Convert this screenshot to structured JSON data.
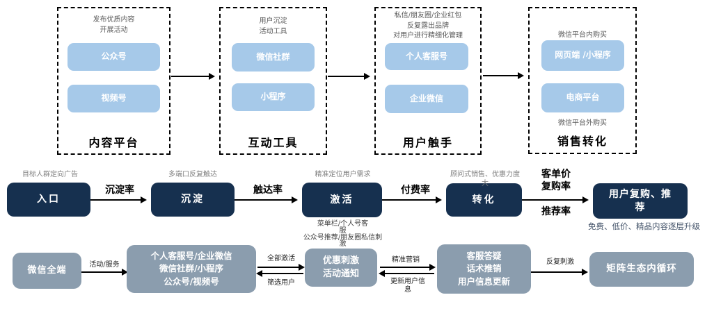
{
  "colors": {
    "light_blue": "#A6C9E9",
    "navy": "#16304F",
    "slate": "#8B9DAE",
    "black": "#000000",
    "gray_note": "#7F7F7F"
  },
  "stages": [
    {
      "header": "发布优质内容\n开展活动",
      "item1": "公众号",
      "item2": "视频号",
      "footer": "内容平台"
    },
    {
      "header": "用户沉淀\n活动工具",
      "item1": "微信社群",
      "item2": "小程序",
      "footer": "互动工具"
    },
    {
      "header": "私信/朋友圈/企业红包\n反复露出品牌\n对用户进行精细化管理",
      "item1": "个人客服号",
      "item2": "企业微信",
      "footer": "用户触手"
    },
    {
      "header": "微信平台内购买",
      "item1": "网页端 /小程序",
      "item2": "电商平台",
      "note": "微信平台外购买",
      "footer": "销售转化"
    }
  ],
  "funnel": {
    "entry_note": "目标人群定向广告",
    "entry": "入口",
    "rate1": "沉淀率",
    "settle_note": "多端口反复触达",
    "settle": "沉淀",
    "rate2": "触达率",
    "activate_note": "精准定位用户需求",
    "activate": "激活",
    "activate_sub": "菜单栏/个人号客\n服\n公众号推荐/朋友圈私信刺\n激",
    "rate3": "付费率",
    "convert_note": "顾问式销售、优惠力度\n大",
    "convert": "转化",
    "rate4_top": "客单价\n复购率",
    "rate4_bottom": "推荐率",
    "repurchase": "用户复购、推\n荐",
    "repurchase_sub": "免费、低价、精品内容逐层升级"
  },
  "bottom": {
    "all_end": "微信全端",
    "arrow1": "活动/服务",
    "matrix_channels": "个人客服号/企业微信\n微信社群/小程序\n公众号/视频号",
    "arrow2_top": "全部激活",
    "arrow2_bottom": "筛选用户",
    "promo": "优惠刺激\n活动通知",
    "arrow3_top": "精准营销",
    "arrow3_bottom": "更新用户信\n息",
    "service": "客服答疑\n话术推销\n用户信息更新",
    "arrow4": "反复刺激",
    "loop": "矩阵生态内循环"
  }
}
